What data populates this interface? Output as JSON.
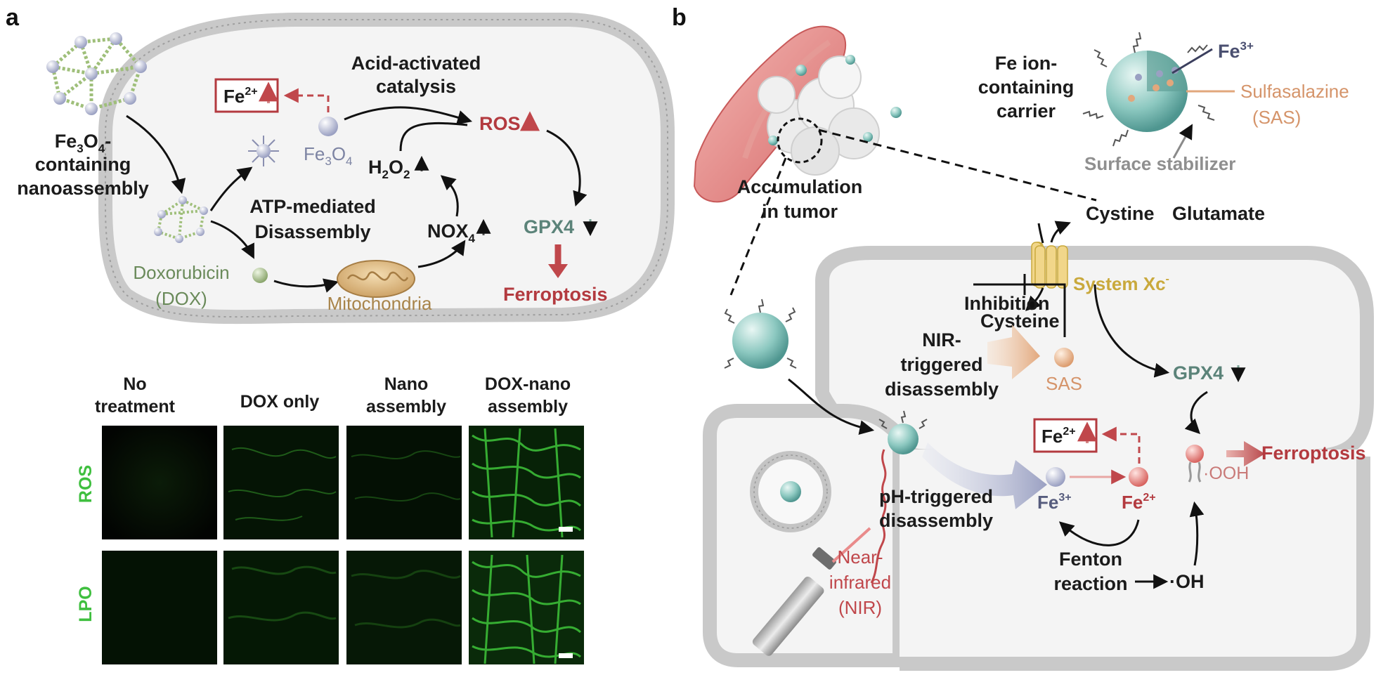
{
  "panel_a": {
    "letter": "a",
    "carrier_label": [
      "Fe",
      "3",
      "O",
      "4",
      "-",
      "containing",
      "nanoassembly"
    ],
    "fe2_badge": "Fe",
    "fe2_sup": "2+",
    "fe3o4_label": "Fe",
    "fe3o4_sub1": "3",
    "fe3o4_o": "O",
    "fe3o4_sub2": "4",
    "acid_line1": "Acid-activated",
    "acid_line2": "catalysis",
    "ros": "ROS",
    "h2o2_h": "H",
    "h2o2_sub1": "2",
    "h2o2_o": "O",
    "h2o2_sub2": "2",
    "atp_line1": "ATP-mediated",
    "atp_line2": "Disassembly",
    "nox": "NOX",
    "nox_sub": "4",
    "gpx4": "GPX4",
    "ferroptosis": "Ferroptosis",
    "dox_line1": "Doxorubicin",
    "dox_line2": "(DOX)",
    "mito": "Mitochondria",
    "columns": [
      [
        "No",
        "treatment"
      ],
      [
        "DOX only"
      ],
      [
        "Nano",
        "assembly"
      ],
      [
        "DOX-nano",
        "assembly"
      ]
    ],
    "rows": [
      "ROS",
      "LPO"
    ]
  },
  "panel_b": {
    "letter": "b",
    "accum_line1": "Accumulation",
    "accum_line2": "in tumor",
    "carrier_line1": "Fe ion-",
    "carrier_line2": "containing",
    "carrier_line3": "carrier",
    "fe3_label": "Fe",
    "fe3_sup": "3+",
    "sas_line1": "Sulfasalazine",
    "sas_line2": "(SAS)",
    "stabilizer": "Surface stabilizer",
    "cystine": "Cystine",
    "glutamate": "Glutamate",
    "system": "System Xc",
    "system_sup": "-",
    "cysteine": "Cysteine",
    "inhibition": "Inhibition",
    "nir_line1": "NIR-",
    "nir_line2": "triggered",
    "nir_line3": "disassembly",
    "sas": "SAS",
    "gpx4": "GPX4",
    "fe2_badge": "Fe",
    "fe2_sup": "2+",
    "fe3_ion": "Fe",
    "fe3_ion_sup": "3+",
    "fe2_ion": "Fe",
    "fe2_ion_sup": "2+",
    "ooh": "·OOH",
    "ferroptosis": "Ferroptosis",
    "ph_line1": "pH-triggered",
    "ph_line2": "disassembly",
    "fenton_line1": "Fenton",
    "fenton_line2": "reaction",
    "oh": "·OH",
    "near_line1": "Near-",
    "near_line2": "infrared",
    "near_line3": "(NIR)"
  }
}
